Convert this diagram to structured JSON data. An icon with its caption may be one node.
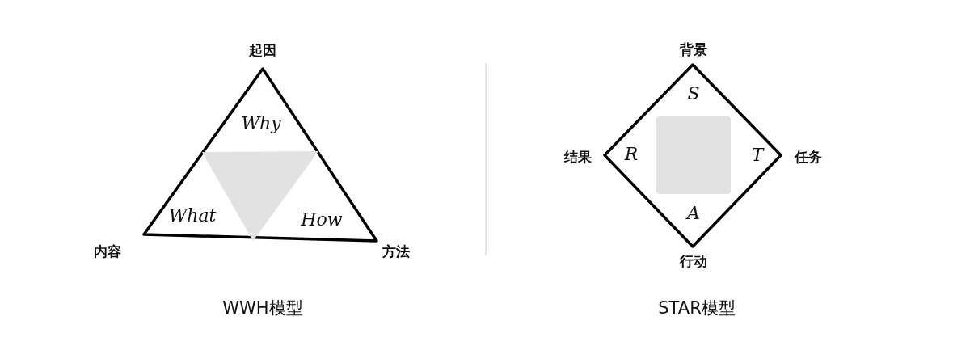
{
  "diagram": {
    "nodes": [
      {
        "text": [
          "Why",
          "What",
          "How"
        ],
        "beside": [
          "起因",
          "内容",
          "方法"
        ]
      },
      {
        "text": [],
        "shape": "triangle",
        "in": 0
      },
      {
        "text": [
          "S",
          "R",
          "T",
          "A"
        ],
        "beside": [
          "背景",
          "结果",
          "任务",
          "行动"
        ]
      },
      {
        "text": [],
        "shape": "box",
        "in": 2
      }
    ],
    "edges": [],
    "labels": [
      "WWH模型",
      "STAR模型"
    ]
  }
}
